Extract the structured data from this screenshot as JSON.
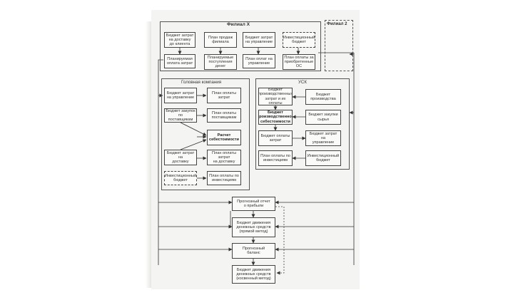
{
  "diagram": {
    "filial_x": {
      "title": "Филиал X",
      "top_row": [
        "Бюджет затрат\nна доставку\nдо клиента",
        "План продаж\nфилиала",
        "Бюджет затрат\nна управление",
        "Инвестиционный\nбюджет"
      ],
      "bottom_row": [
        "Планируемая\nоплата затрат",
        "Планируемые\nпоступления\nденег",
        "План оплат на\nуправление",
        "План оплаты за\nприобретенные\nОС"
      ]
    },
    "filial_2": {
      "title": "Филиал 2"
    },
    "head_company": {
      "title": "Головная компания",
      "left": [
        "Бюджет затрат\nна управление",
        "Бюджет закупок\nпо поставщикам",
        "Бюджет затрат на\nдоставку",
        "Инвестиционный\nбюджет"
      ],
      "right": [
        "План оплаты\nзатрат",
        "План оплаты\nпоставщикам",
        "Расчет\nсебестоимости",
        "План оплаты затрат\nна доставку",
        "План оплаты по\nинвестициям"
      ]
    },
    "usk": {
      "title": "УСК",
      "left": [
        "Бюджет\nпроизводственных\nзатрат и их оплаты",
        "Бюджет\nпроизводственной\nсебестоимости",
        "Бюджет оплаты\nзатрат",
        "План оплаты по\nинвестициям"
      ],
      "right": [
        "Бюджет\nпроизводства",
        "Бюджет закупки\nсырья",
        "Бюджет затрат на\nуправление",
        "Инвестиционный\nбюджет"
      ]
    },
    "bottom": [
      "Прогнозный отчет\nо прибыли",
      "Бюджет движения\nденежных средств\n(прямой метод)",
      "Прогнозный\nбаланс",
      "Бюджет движения\nденежных средств\n(косвенный метод)"
    ]
  }
}
